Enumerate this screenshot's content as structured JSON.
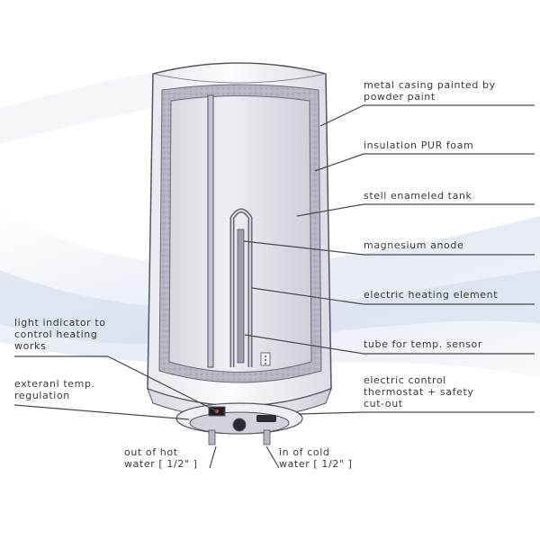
{
  "labels": {
    "metal_casing": [
      "metal casing painted by",
      "powder paint"
    ],
    "insulation": [
      "insulation PUR foam"
    ],
    "tank": [
      "stell enameled tank"
    ],
    "anode": [
      "magnesium anode"
    ],
    "heating_element": [
      "electric heating element"
    ],
    "sensor_tube": [
      "tube for temp. sensor"
    ],
    "thermostat": [
      "electric control",
      "thermostat + safety",
      "cut-out"
    ],
    "light_indicator": [
      "light indicator to",
      "control heating",
      "works"
    ],
    "external_regulation": [
      "exteranl temp.",
      "regulation"
    ],
    "hot_outlet": [
      "out of hot",
      "water  [ 1/2\" ]"
    ],
    "cold_inlet": [
      "in of cold",
      "water  [ 1/2\" ]"
    ]
  },
  "colors": {
    "casing": "#f4f3f6",
    "insulation": "#b9b8c3",
    "tank": "#e8e7ec",
    "outline": "#55555f",
    "text": "#3a3a3a",
    "background_swoosh": "#dfe6f2"
  }
}
